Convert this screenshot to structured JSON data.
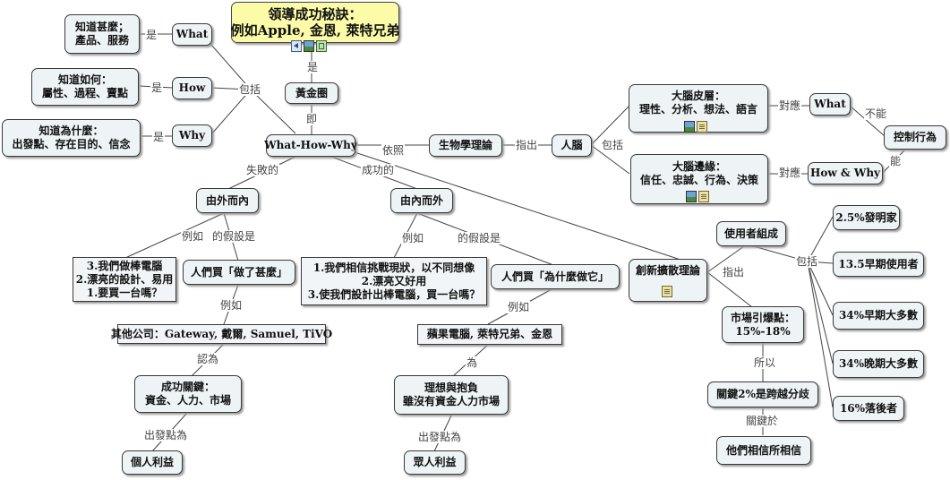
{
  "root": {
    "line1": "領導成功秘訣：",
    "line2": "例如Apple, 金恩, 萊特兄弟"
  },
  "nodes": {
    "golden_circle": "黃金圈",
    "whw": "What-How-Why",
    "what_left": "What",
    "how_left": "How",
    "why_left": "Why",
    "know_what_1": "知道甚麼；",
    "know_what_2": "產品、服務",
    "know_how_1": "知道如何：",
    "know_how_2": "屬性、過程、賣點",
    "know_why_1": "知道為什麼：",
    "know_why_2": "出發點、存在目的、信念",
    "bio": "生物學理論",
    "brain": "人腦",
    "cortex_1": "大腦皮層：",
    "cortex_2": "理性、分析、想法、語言",
    "limbic_1": "大腦邊緣：",
    "limbic_2": "信任、忠誠、行為、決策",
    "what_right": "What",
    "how_why_right": "How & Why",
    "control": "控制行為",
    "outside_in": "由外而內",
    "inside_out": "由內而外",
    "fail_ex_1": "3.我們做棒電腦",
    "fail_ex_2": "2.漂亮的設計、易用",
    "fail_ex_3": "1.要買一台嗎？",
    "buy_what": "人們買「做了甚麼」",
    "other_co": "其他公司：Gateway, 戴爾, Samuel, TiVO",
    "key_success_1": "成功關鍵：",
    "key_success_2": "資金、人力、市場",
    "personal": "個人利益",
    "succ_ex_1": "1.我們相信挑戰現狀，以不同想像",
    "succ_ex_2": "2.漂亮又好用",
    "succ_ex_3": "3.使我們設計出棒電腦，買一台嗎？",
    "buy_why": "人們買「為什麼做它」",
    "apple_co": "蘋果電腦, 萊特兄弟、金恩",
    "ideal_1": "理想與抱負",
    "ideal_2": "雖沒有資金人力市場",
    "public": "眾人利益",
    "diffusion": "創新擴散理論",
    "users": "使用者組成",
    "innov": "2.5%發明家",
    "early": "13.5早期使用者",
    "early_major": "34%早期大多數",
    "late_major": "34%晚期大多數",
    "laggard": "16%落後者",
    "tipping_1": "市場引爆點：",
    "tipping_2": "15%-18%",
    "chasm": "關鍵2%是跨越分歧",
    "believe": "他們相信所相信"
  },
  "labels": {
    "is": "是",
    "is_what": "是",
    "is_how": "是",
    "is_why": "是",
    "include_left": "包括",
    "namely": "即",
    "based_on": "依照",
    "points_out_bio": "指出",
    "include_brain": "包括",
    "corr_what": "對應",
    "corr_howwhy": "對應",
    "cannot": "不能",
    "can": "能",
    "failed": "失敗的",
    "successful": "成功的",
    "eg_fail": "例如",
    "assume_fail": "的假設是",
    "eg_succ": "例如",
    "assume_succ": "的假設是",
    "eg_buy_what": "例如",
    "think": "認為",
    "origin_personal": "出發點為",
    "eg_buy_why": "例如",
    "for": "為",
    "origin_public": "出發點為",
    "points_out_diff": "指出",
    "include_users": "包括",
    "so": "所以",
    "key_to": "關鍵於"
  },
  "icons": {
    "root": [
      "sound-icon",
      "image-icon",
      "film-icon"
    ],
    "cortex": [
      "image-icon",
      "note-icon"
    ],
    "limbic": [
      "image-icon",
      "note-icon"
    ],
    "diffusion": [
      "note-icon"
    ]
  },
  "colors": {
    "node_fill": "#eef3f6",
    "root_fill": "#fbfba8",
    "line": "#444444"
  }
}
